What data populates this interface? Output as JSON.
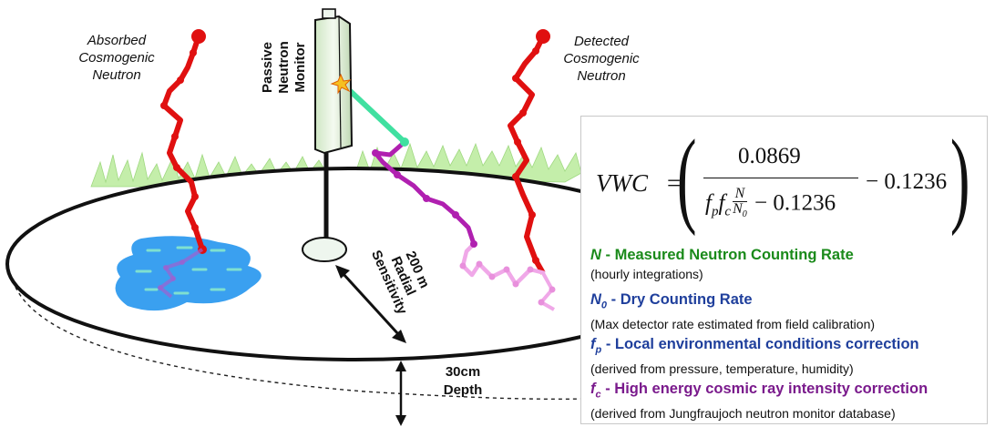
{
  "labels": {
    "absorbed": [
      "Absorbed",
      "Cosmogenic",
      "Neutron"
    ],
    "detected": [
      "Detected",
      "Cosmogenic",
      "Neutron"
    ],
    "monitor": [
      "Passive",
      "Neutron",
      "Monitor"
    ],
    "sensitivity": [
      "200 m",
      "Radial",
      "Sensitivity"
    ],
    "depth": [
      "30cm",
      "Depth"
    ]
  },
  "equation": {
    "lhs": "VWC",
    "equals": "=",
    "numerator": "0.0869",
    "den_fp": "f",
    "den_fp_sub": "p",
    "den_fc": "f",
    "den_fc_sub": "c",
    "ratio_top": "N",
    "ratio_bottom": "N",
    "ratio_bottom_sub": "0",
    "den_minus": " − 0.1236",
    "outer_minus": "− 0.1236"
  },
  "definitions": [
    {
      "sym": "N",
      "sub": "",
      "title": " - Measured Neutron Counting Rate",
      "desc": "(hourly integrations)",
      "color": "#1a8a1a"
    },
    {
      "sym": "N",
      "sub": "0",
      "title": " - Dry Counting Rate",
      "desc": "(Max detector rate estimated from field calibration)",
      "color": "#1f3f9c"
    },
    {
      "sym": "f",
      "sub": "p",
      "title": " - Local environmental conditions correction",
      "desc": "(derived from pressure, temperature, humidity)",
      "color": "#1f3f9c"
    },
    {
      "sym": "f",
      "sub": "c",
      "title": " - High energy cosmic ray intensity correction",
      "desc": "(derived from Jungfraujoch neutron monitor database)",
      "color": "#7a1a8c"
    }
  ],
  "colors": {
    "neutron_red": "#e01010",
    "neutron_purple": "#b020b0",
    "neutron_pink": "#f0a8e8",
    "neutron_green": "#40e0a0",
    "water_blue": "#3aa0f0",
    "grass_green": "#b9ea9a",
    "monitor_green": "#e8f4e0"
  },
  "icons": [
    "spark-icon",
    "arrow-icon"
  ]
}
